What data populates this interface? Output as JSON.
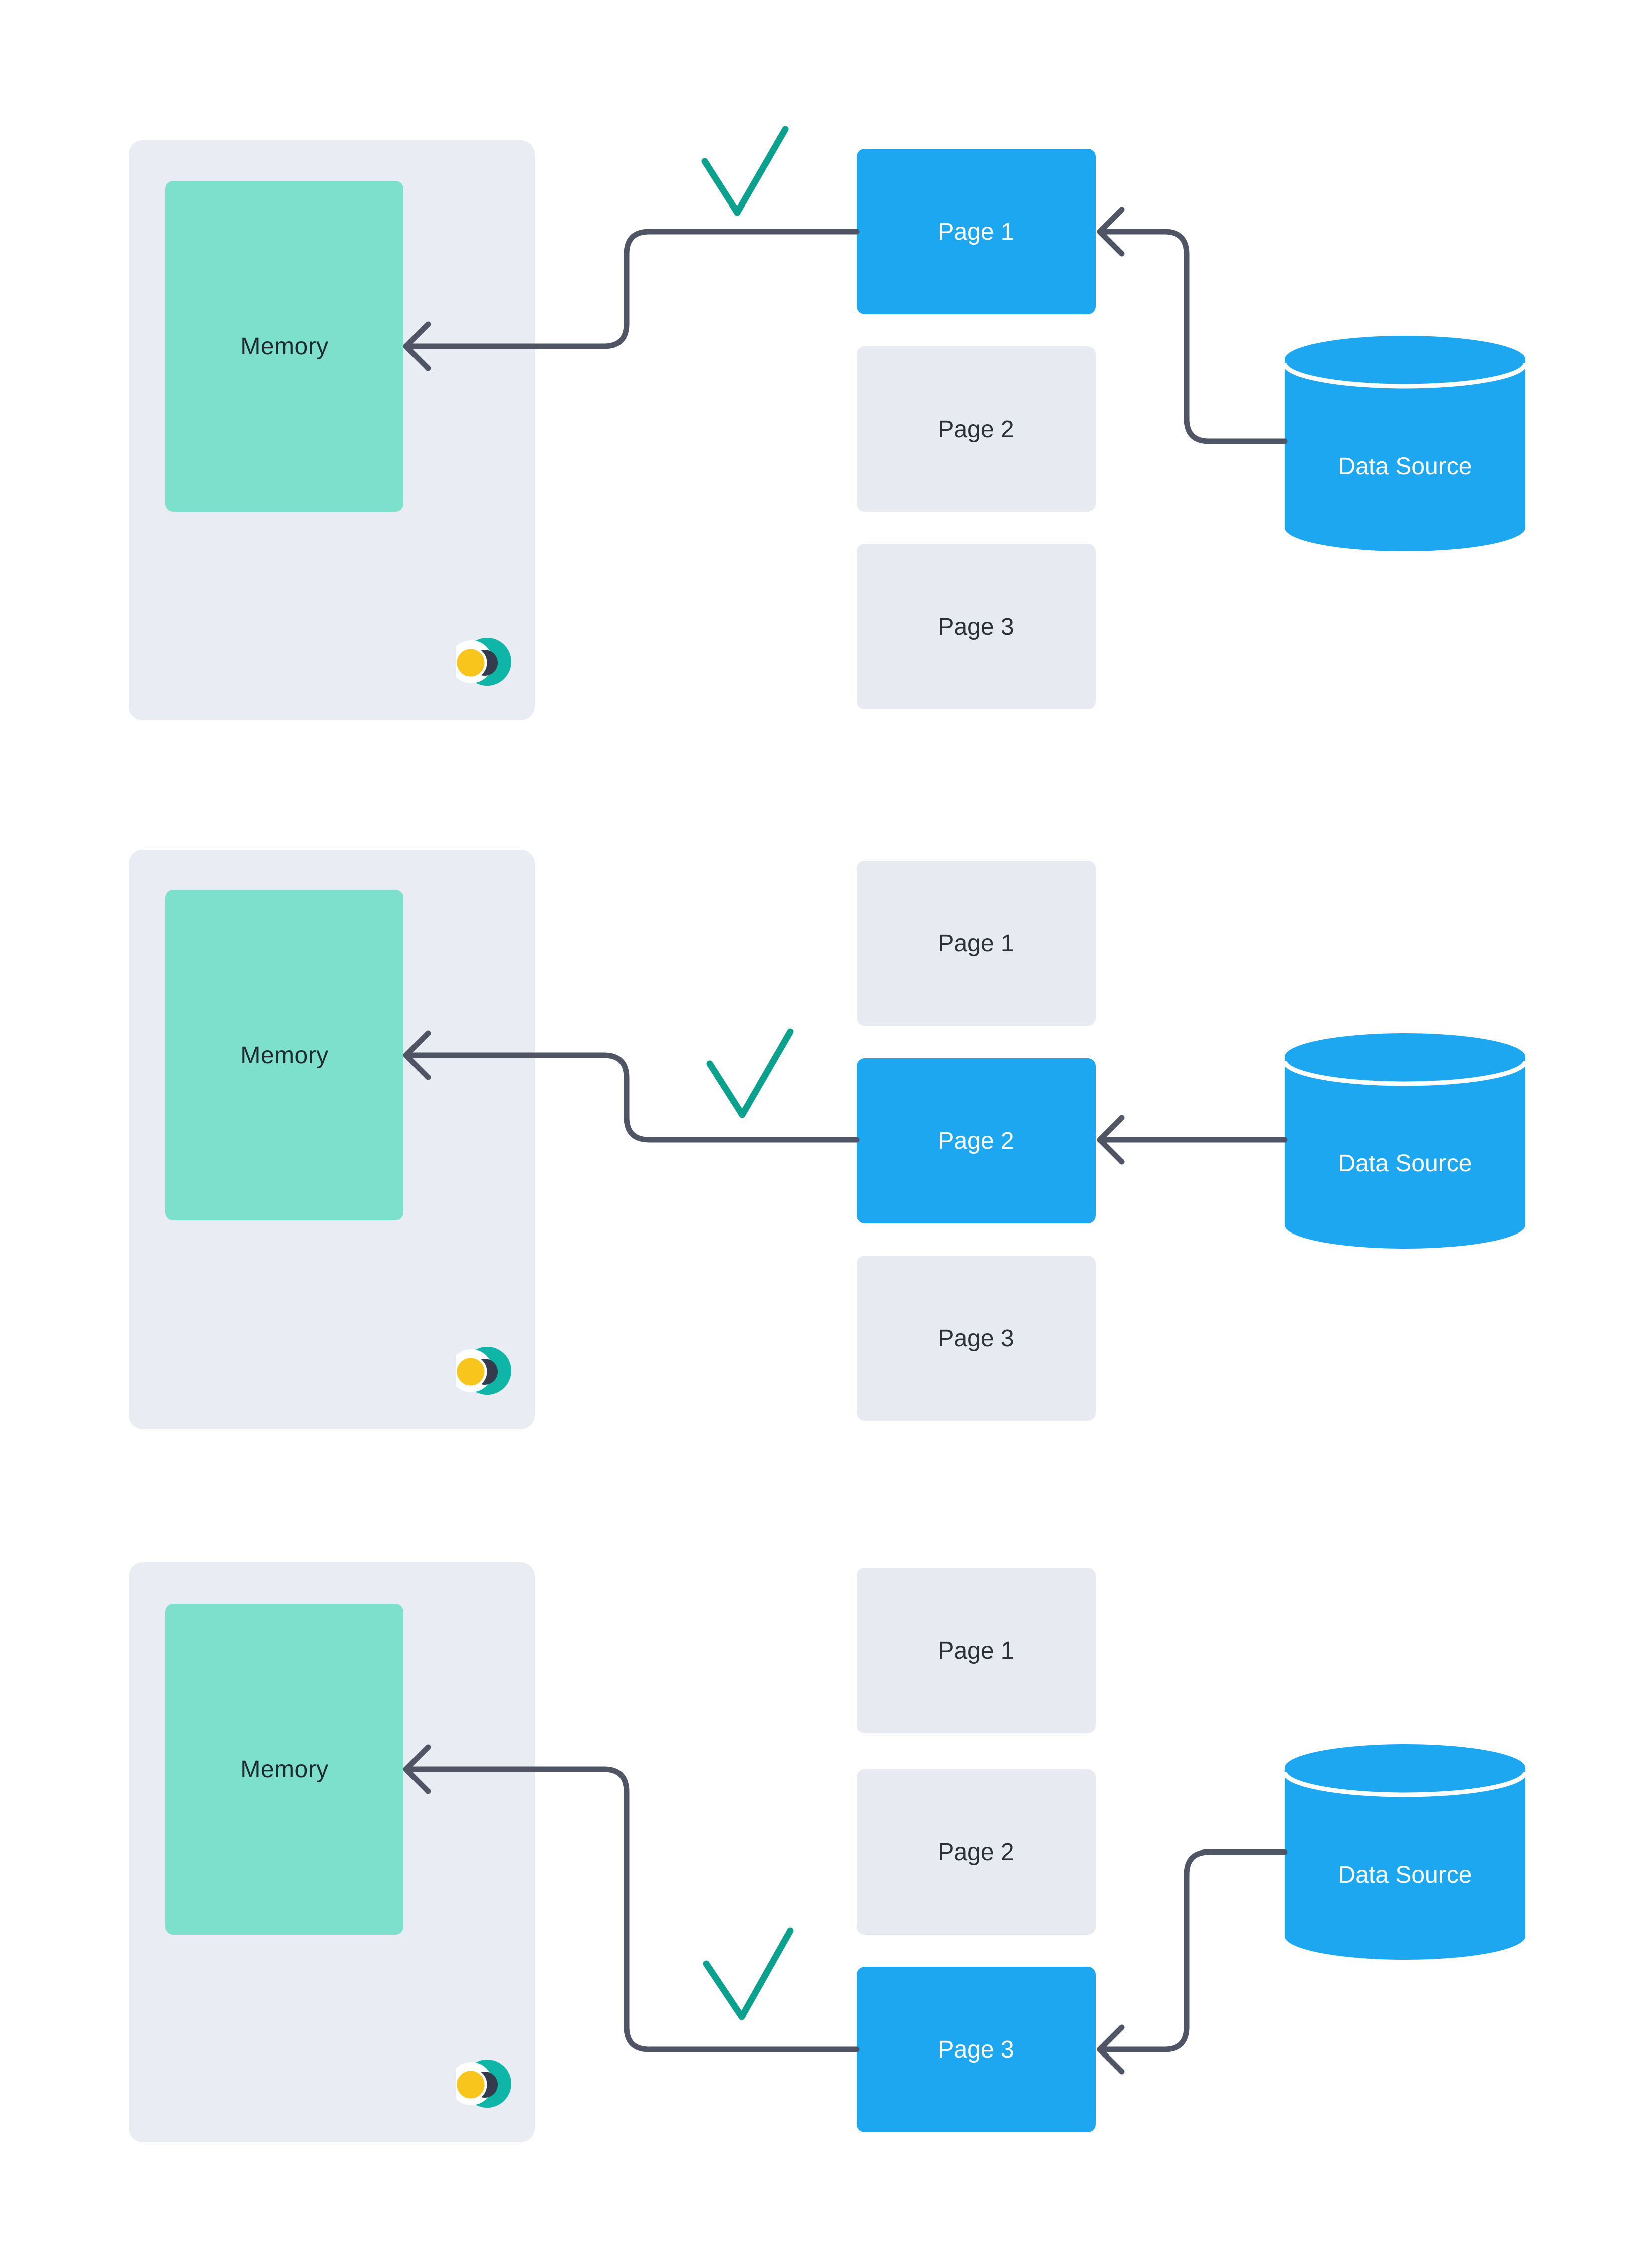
{
  "diagram": {
    "rows": [
      {
        "memory": {
          "label": "Memory"
        },
        "pages": [
          {
            "label": "Page 1",
            "state": "active"
          },
          {
            "label": "Page 2",
            "state": "inactive"
          },
          {
            "label": "Page 3",
            "state": "inactive"
          }
        ],
        "datasource": {
          "label": "Data Source"
        },
        "active_page": "Page 1"
      },
      {
        "memory": {
          "label": "Memory"
        },
        "pages": [
          {
            "label": "Page 1",
            "state": "inactive"
          },
          {
            "label": "Page 2",
            "state": "active"
          },
          {
            "label": "Page 3",
            "state": "inactive"
          }
        ],
        "datasource": {
          "label": "Data Source"
        },
        "active_page": "Page 2"
      },
      {
        "memory": {
          "label": "Memory"
        },
        "pages": [
          {
            "label": "Page 1",
            "state": "inactive"
          },
          {
            "label": "Page 2",
            "state": "inactive"
          },
          {
            "label": "Page 3",
            "state": "active"
          }
        ],
        "datasource": {
          "label": "Data Source"
        },
        "active_page": "Page 3"
      }
    ],
    "icons": {
      "checkmark": "check-icon",
      "logo": "crescent-eclipse-logo-icon",
      "arrowhead": "left-arrowhead-icon"
    },
    "colors": {
      "accent_blue": "#1ea7f1",
      "memory_teal": "#7ce0cc",
      "panel_gray": "#e9ecf3",
      "page_gray": "#e7eaf1",
      "arrow_slate": "#4f5564",
      "check_teal": "#0ca18f",
      "logo_teal": "#0fb5a6",
      "logo_dark": "#343b4c",
      "logo_yellow": "#f8c51c",
      "text_dark": "#2b3138",
      "text_white": "#ffffff"
    }
  }
}
